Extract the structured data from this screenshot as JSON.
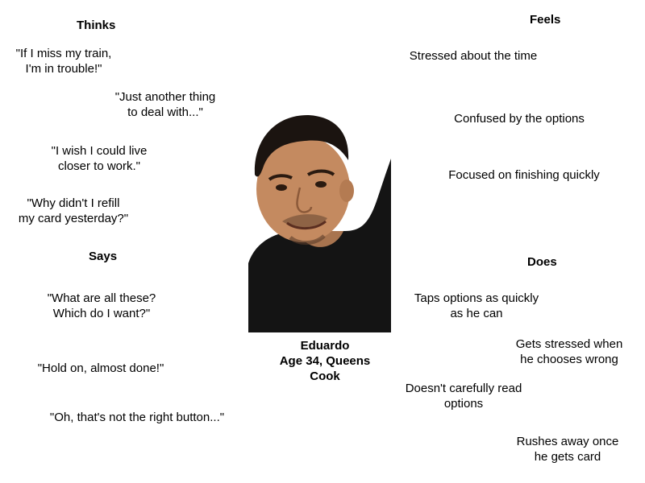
{
  "persona": {
    "name": "Eduardo",
    "details": "Age 34, Queens",
    "role": "Cook",
    "photo_icon": "person-photo"
  },
  "thinks": {
    "heading": "Thinks",
    "items": [
      "\"If I miss my train,\nI'm in trouble!\"",
      "\"Just another thing\nto deal with...\"",
      "\"I wish I could live\ncloser to work.\"",
      "\"Why didn't I refill\nmy card yesterday?\""
    ]
  },
  "says": {
    "heading": "Says",
    "items": [
      "\"What are all these?\nWhich do I want?\"",
      "\"Hold on, almost done!\"",
      "\"Oh, that's not the right button...\""
    ]
  },
  "feels": {
    "heading": "Feels",
    "items": [
      "Stressed about the time",
      "Confused by the options",
      "Focused on finishing quickly"
    ]
  },
  "does": {
    "heading": "Does",
    "items": [
      "Taps options as quickly\nas he can",
      "Gets stressed when\nhe chooses wrong",
      "Doesn't carefully read\noptions",
      "Rushes away once\nhe gets card"
    ]
  }
}
